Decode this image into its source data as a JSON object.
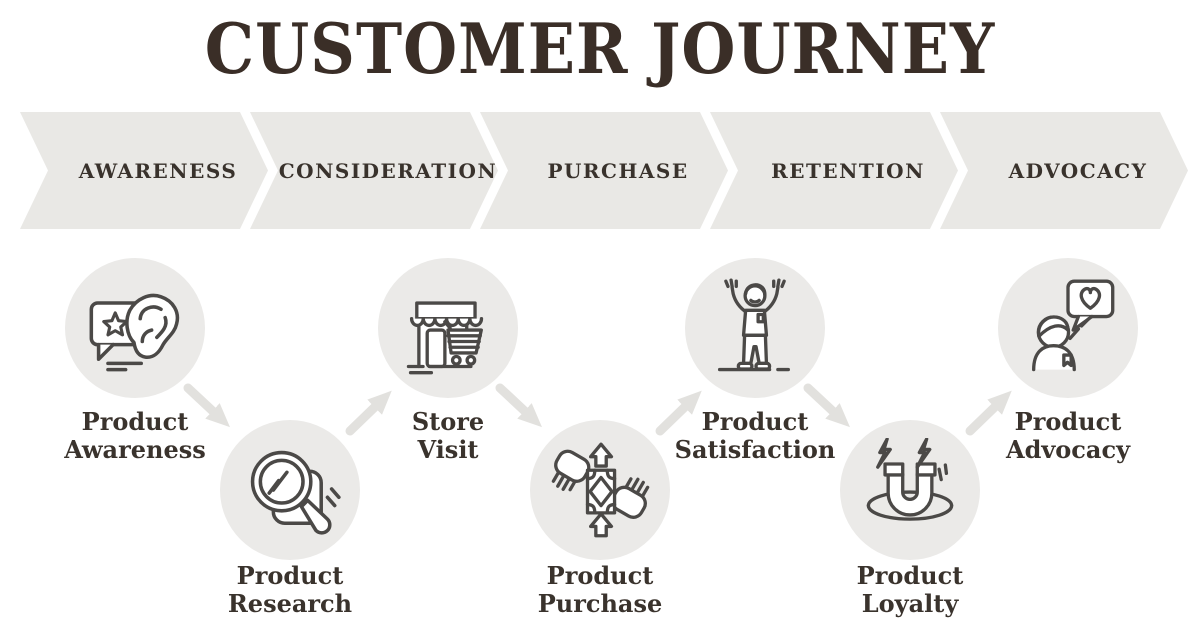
{
  "title": "CUSTOMER JOURNEY",
  "banner": {
    "stages": [
      {
        "label": "AWARENESS"
      },
      {
        "label": "CONSIDERATION"
      },
      {
        "label": "PURCHASE"
      },
      {
        "label": "RETENTION"
      },
      {
        "label": "ADVOCACY"
      }
    ]
  },
  "journey": {
    "steps": [
      {
        "label": "Product\nAwareness",
        "icon": "ear-speech-bubble-icon"
      },
      {
        "label": "Product\nResearch",
        "icon": "magnifier-search-icon"
      },
      {
        "label": "Store\nVisit",
        "icon": "storefront-cart-icon"
      },
      {
        "label": "Product\nPurchase",
        "icon": "money-exchange-hands-icon"
      },
      {
        "label": "Product\nSatisfaction",
        "icon": "cheering-person-icon"
      },
      {
        "label": "Product\nLoyalty",
        "icon": "magnet-attraction-icon"
      },
      {
        "label": "Product\nAdvocacy",
        "icon": "person-heart-speech-icon"
      }
    ]
  },
  "colors": {
    "background": "#ffffff",
    "banner_fill": "#e9e8e5",
    "circle_fill": "#ebeae8",
    "connector_fill": "#e2e1de",
    "icon_stroke": "#4b4947",
    "title_text": "#3a2e27",
    "label_text": "#3a332d"
  }
}
